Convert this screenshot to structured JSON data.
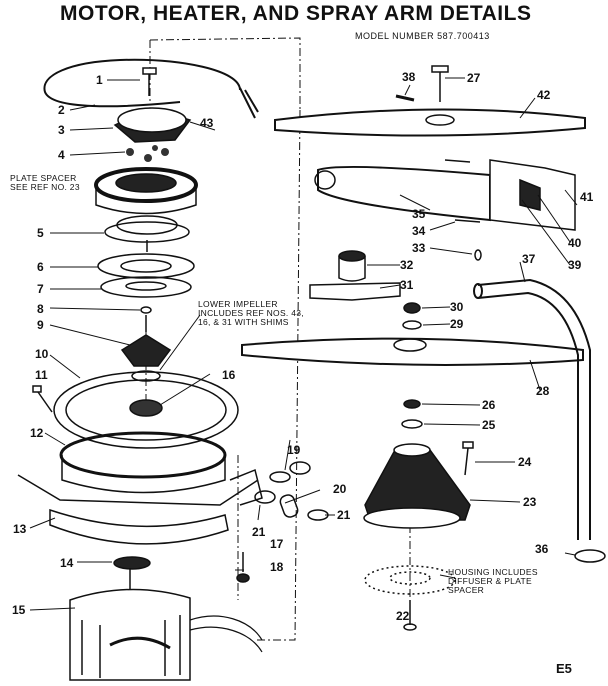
{
  "title": "MOTOR, HEATER, AND SPRAY ARM DETAILS",
  "model_number": "MODEL NUMBER 587.700413",
  "notes": {
    "plate_spacer": [
      "PLATE SPACER",
      "SEE REF NO. 23"
    ],
    "lower_impeller": [
      "LOWER IMPELLER",
      "INCLUDES REF NOS. 43,",
      "16, & 31 WITH SHIMS"
    ],
    "housing": [
      "HOUSING INCLUDES",
      "DIFFUSER & PLATE",
      "SPACER"
    ]
  },
  "part_labels": {
    "p1": "1",
    "p2": "2",
    "p3": "3",
    "p4": "4",
    "p5": "5",
    "p6": "6",
    "p7": "7",
    "p8": "8",
    "p9": "9",
    "p10": "10",
    "p11": "11",
    "p12": "12",
    "p13": "13",
    "p14": "14",
    "p15": "15",
    "p16": "16",
    "p17": "17",
    "p18": "18",
    "p19": "19",
    "p20": "20",
    "p21a": "21",
    "p21b": "21",
    "p22": "22",
    "p23": "23",
    "p24": "24",
    "p25": "25",
    "p26": "26",
    "p27": "27",
    "p28": "28",
    "p29": "29",
    "p30": "30",
    "p31": "31",
    "p32": "32",
    "p33": "33",
    "p34": "34",
    "p35": "35",
    "p36": "36",
    "p37": "37",
    "p38": "38",
    "p39": "39",
    "p40": "40",
    "p41": "41",
    "p42": "42",
    "p43": "43"
  },
  "page_number": "E5"
}
